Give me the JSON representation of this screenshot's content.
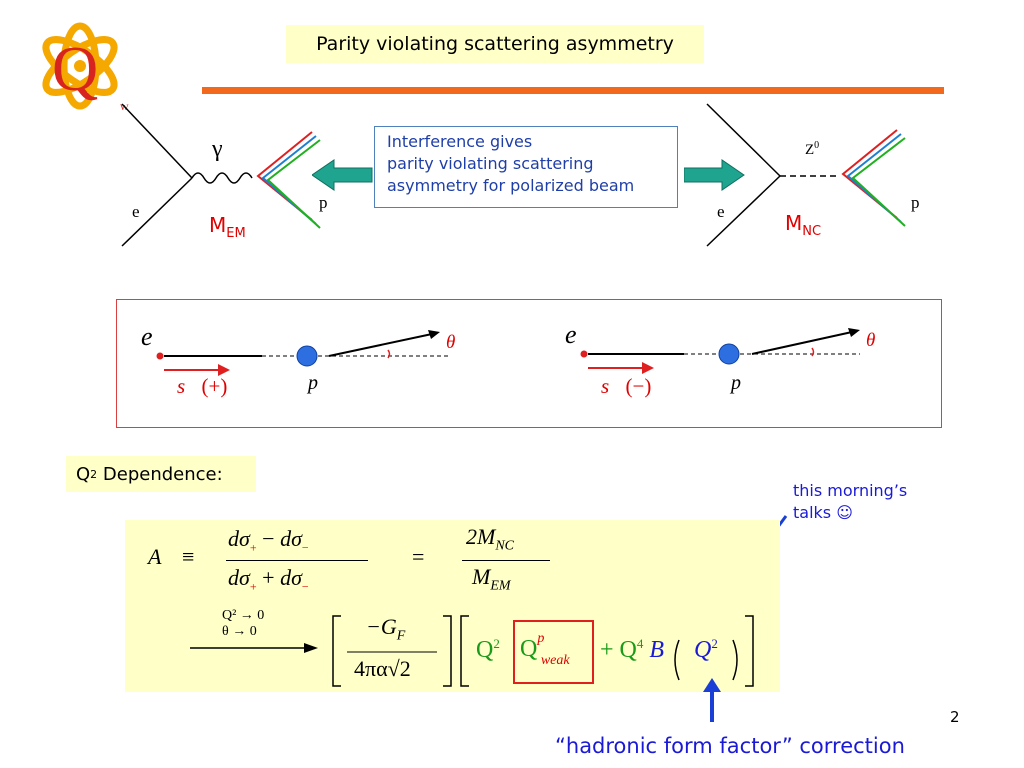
{
  "logo": {
    "letter": "Q",
    "sub": "w"
  },
  "title": "Parity violating scattering asymmetry",
  "left_diagram": {
    "boson": "γ",
    "electron": "e",
    "proton": "p",
    "matrix_main": "M",
    "matrix_sub": "EM"
  },
  "right_diagram": {
    "boson": "Z",
    "boson_sup": "0",
    "electron": "e",
    "proton": "p",
    "matrix_main": "M",
    "matrix_sub": "NC"
  },
  "interference": {
    "line1": "Interference gives",
    "line2": "parity violating scattering",
    "line3": "asymmetry for polarized beam"
  },
  "helicity_left": {
    "e": "e",
    "p": "p",
    "theta": "θ",
    "spin": "(+)"
  },
  "helicity_right": {
    "e": "e",
    "p": "p",
    "theta": "θ",
    "spin": "(−)"
  },
  "q2_heading": {
    "q": "Q",
    "sup": "2",
    "rest": " Dependence:"
  },
  "note": {
    "line1": "this morning’s",
    "line2": "talks ☺"
  },
  "formula": {
    "A": "A",
    "equiv": "≡",
    "num": "dσ",
    "plus_sub": "+",
    "minus_sub": "−",
    "minus": "−",
    "plus": "+",
    "eq": "=",
    "two_m": "2M",
    "nc": "NC",
    "m": "M",
    "em": "EM",
    "limit1": "Q² → 0",
    "limit2": "θ → 0",
    "gf_num": "−G",
    "gf_sub": "F",
    "gf_den": "4πα√2",
    "q2": "Q",
    "q2_sup": "2",
    "qweak": "Q",
    "qweak_sup": "p",
    "qweak_sub": "weak",
    "plus2": "+ Q",
    "q4_sup": "4",
    "b": "B",
    "bq": "Q",
    "bq_sup": "2"
  },
  "page_number": "2",
  "correction": "“hadronic form factor” correction",
  "colors": {
    "orange": "#f2691e",
    "note_blue": "#1a1ad6",
    "red": "#e00000",
    "green": "#1a9a1a"
  }
}
